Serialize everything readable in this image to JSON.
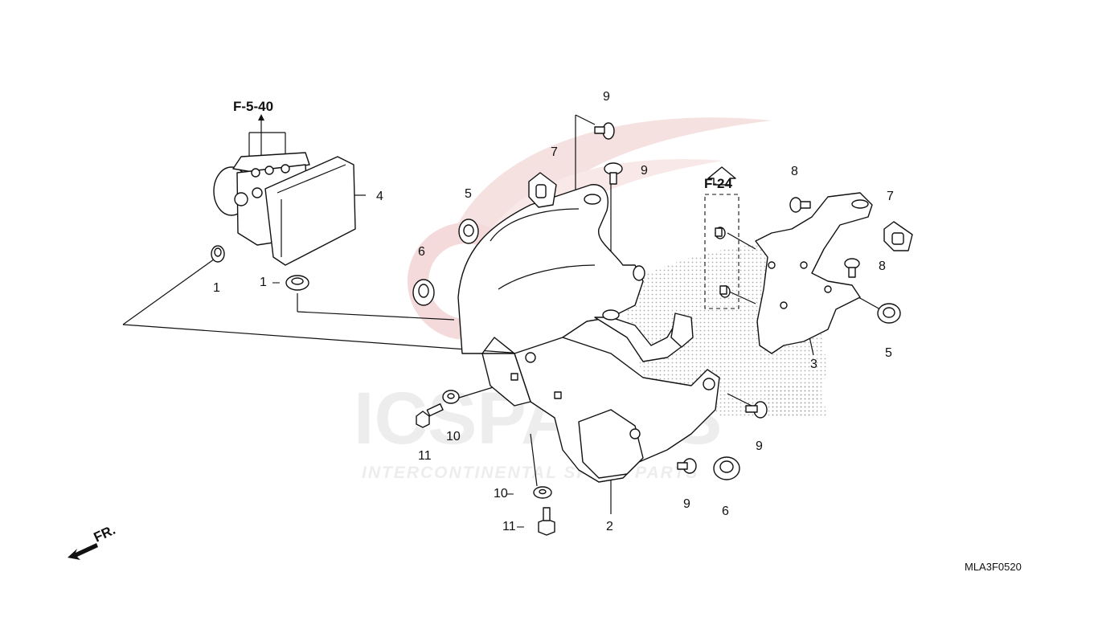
{
  "watermark": {
    "brand": "ICSPARTS",
    "tagline": "INTERCONTINENTAL SPARE PARTS"
  },
  "references": {
    "f540": "F-5-40",
    "f24": "F-24",
    "fr": "FR."
  },
  "diagram_code": "MLA3F0520",
  "callouts": {
    "c1a": "1",
    "c1b": "1",
    "c2": "2",
    "c3": "3",
    "c4": "4",
    "c5a": "5",
    "c5b": "5",
    "c6a": "6",
    "c6b": "6",
    "c7a": "7",
    "c7b": "7",
    "c8a": "8",
    "c8b": "8",
    "c9a": "9",
    "c9b": "9",
    "c9c": "9",
    "c9d": "9",
    "c10a": "10",
    "c10b": "10",
    "c11a": "11",
    "c11b": "11"
  }
}
